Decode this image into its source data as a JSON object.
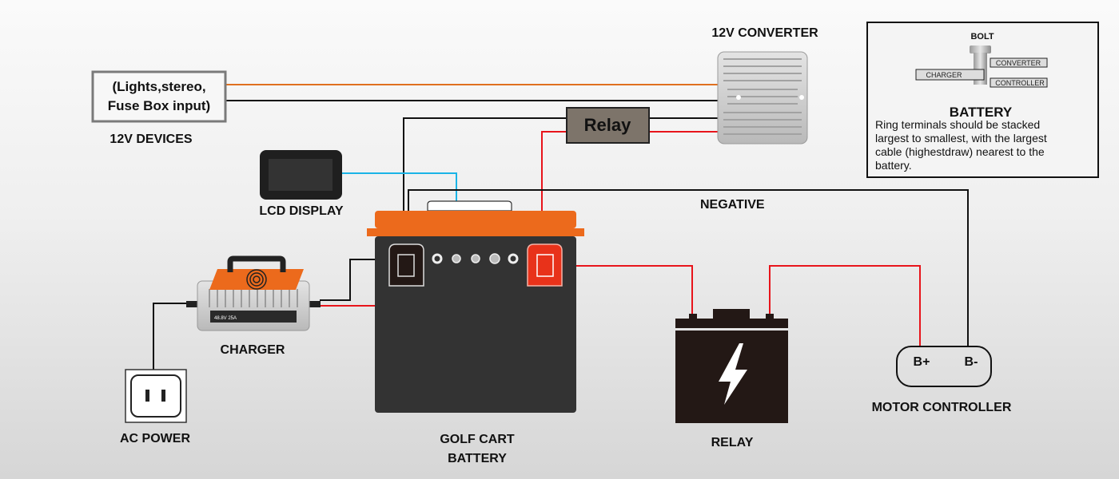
{
  "title": "Golf Cart Battery Wiring Diagram",
  "colors": {
    "positive_wire": "#e8141b",
    "negative_wire": "#111111",
    "converter_wire": "#e0701f",
    "display_wire": "#1ab4e6",
    "battery_lid": "#ec6a1c",
    "battery_body": "#333333",
    "relay_box": "#7d746a"
  },
  "components": {
    "devices_box_line1": "(Lights,stereo,",
    "devices_box_line2": "Fuse Box input)",
    "devices_label": "12V DEVICES",
    "converter_label": "12V CONVERTER",
    "relay_box_label": "Relay",
    "lcd_label": "LCD DISPLAY",
    "charger_label": "CHARGER",
    "ac_power_label": "AC POWER",
    "battery_label_line1": "GOLF CART",
    "battery_label_line2": "BATTERY",
    "relay_label": "RELAY",
    "negative_label": "NEGATIVE",
    "controller_bplus": "B+",
    "controller_bminus": "B-",
    "controller_label": "MOTOR CONTROLLER",
    "charger_plate_text": "48.8V 25A"
  },
  "note": {
    "bolt_label": "BOLT",
    "ring_converter": "CONVERTER",
    "ring_charger": "CHARGER",
    "ring_controller": "CONTROLLER",
    "heading": "BATTERY",
    "line1": "Ring terminals should be stacked",
    "line2": "largest to smallest, with the largest",
    "line3": "cable (highestdraw) nearest to the",
    "line4": "battery."
  }
}
